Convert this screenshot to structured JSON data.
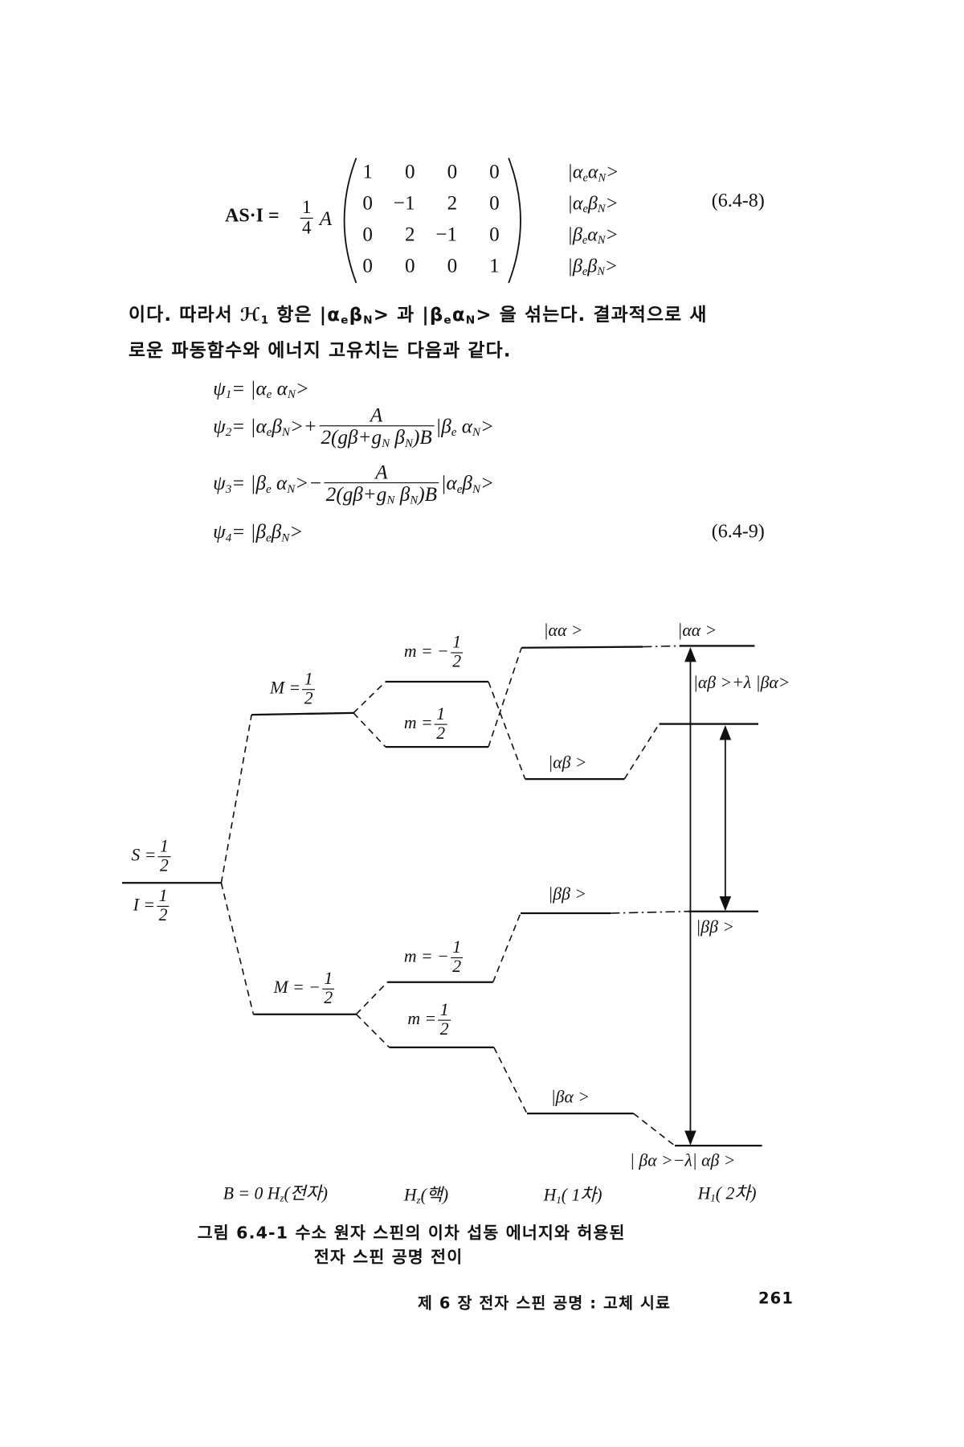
{
  "eq648": {
    "lhs": "AS·I =",
    "num": "1",
    "den": "4",
    "coef": "A",
    "rows": [
      [
        "1",
        "0",
        "0",
        "0"
      ],
      [
        "0",
        "−1",
        "2",
        "0"
      ],
      [
        "0",
        "2",
        "−1",
        "0"
      ],
      [
        "0",
        "0",
        "0",
        "1"
      ]
    ],
    "kets": [
      [
        {
          "t": "|α"
        },
        {
          "s": "e"
        },
        {
          "t": "α"
        },
        {
          "s": "N"
        },
        {
          "t": ">"
        }
      ],
      [
        {
          "t": "|α"
        },
        {
          "s": "e"
        },
        {
          "t": "β"
        },
        {
          "s": "N"
        },
        {
          "t": ">"
        }
      ],
      [
        {
          "t": "|β"
        },
        {
          "s": "e"
        },
        {
          "t": "α"
        },
        {
          "s": "N"
        },
        {
          "t": ">"
        }
      ],
      [
        {
          "t": "|β"
        },
        {
          "s": "e"
        },
        {
          "t": "β"
        },
        {
          "s": "N"
        },
        {
          "t": ">"
        }
      ]
    ],
    "number": "(6.4-8)"
  },
  "paragraph": {
    "line1": [
      {
        "t": "이다. 따라서 "
      },
      {
        "t": "ℋ"
      },
      {
        "s": "1"
      },
      {
        "t": " 항은 |α"
      },
      {
        "s": "e"
      },
      {
        "t": "β"
      },
      {
        "s": "N"
      },
      {
        "t": "> 과 |β"
      },
      {
        "s": "e"
      },
      {
        "t": "α"
      },
      {
        "s": "N"
      },
      {
        "t": "> 을 섞는다. 결과적으로 새"
      }
    ],
    "line2": [
      {
        "t": "로운 파동함수와 에너지 고유치는 다음과 같다."
      }
    ]
  },
  "eq649": {
    "psi1": [
      {
        "t": "ψ"
      },
      {
        "s": "1"
      },
      {
        "t": "= |α"
      },
      {
        "s": "e"
      },
      {
        "t": " α"
      },
      {
        "s": "N"
      },
      {
        "t": ">"
      }
    ],
    "psi2_left": [
      {
        "t": "ψ"
      },
      {
        "s": "2"
      },
      {
        "t": "= |α"
      },
      {
        "s": "e"
      },
      {
        "t": "β"
      },
      {
        "s": "N"
      },
      {
        "t": ">+"
      }
    ],
    "psi2_num": "A",
    "psi2_den": [
      {
        "t": "2(gβ+g"
      },
      {
        "s": "N"
      },
      {
        "t": " β"
      },
      {
        "s": "N"
      },
      {
        "t": ")B"
      }
    ],
    "psi2_right": [
      {
        "t": "|β"
      },
      {
        "s": "e"
      },
      {
        "t": " α"
      },
      {
        "s": "N"
      },
      {
        "t": ">"
      }
    ],
    "psi3_left": [
      {
        "t": "ψ"
      },
      {
        "s": "3"
      },
      {
        "t": "= |β"
      },
      {
        "s": "e"
      },
      {
        "t": " α"
      },
      {
        "s": "N"
      },
      {
        "t": ">−"
      }
    ],
    "psi3_num": "A",
    "psi3_den": [
      {
        "t": "2(gβ+g"
      },
      {
        "s": "N"
      },
      {
        "t": " β"
      },
      {
        "s": "N"
      },
      {
        "t": ")B"
      }
    ],
    "psi3_right": [
      {
        "t": "|α"
      },
      {
        "s": "e"
      },
      {
        "t": "β"
      },
      {
        "s": "N"
      },
      {
        "t": ">"
      }
    ],
    "psi4": [
      {
        "t": "ψ"
      },
      {
        "s": "4"
      },
      {
        "t": "= |β"
      },
      {
        "s": "e"
      },
      {
        "t": "β"
      },
      {
        "s": "N"
      },
      {
        "t": ">"
      }
    ],
    "number": "(6.4-9)"
  },
  "diagram": {
    "S_label": {
      "prefix": "S =",
      "num": "1",
      "den": "2"
    },
    "I_label": {
      "prefix": "I =",
      "num": "1",
      "den": "2"
    },
    "M_plus": {
      "prefix": "M =",
      "num": "1",
      "den": "2"
    },
    "M_minus": {
      "prefix": "M = −",
      "num": "1",
      "den": "2"
    },
    "m_upper_minus": {
      "prefix": "m = −",
      "num": "1",
      "den": "2"
    },
    "m_upper_plus": {
      "prefix": "m =",
      "num": "1",
      "den": "2"
    },
    "m_lower_minus": {
      "prefix": "m = −",
      "num": "1",
      "den": "2"
    },
    "m_lower_plus": {
      "prefix": "m =",
      "num": "1",
      "den": "2"
    },
    "aa_1": "|αα >",
    "aa_2": "|αα >",
    "ab_mixed": "|αβ >+λ |βα>",
    "ab_1": "|αβ >",
    "bb_1": "|ββ >",
    "bb_2": "|ββ >",
    "ba_1": "|βα >",
    "ba_mixed": "| βα >−λ| αβ >",
    "axis": [
      [
        {
          "t": "B = 0  H"
        },
        {
          "s": "z"
        },
        {
          "t": "(전자)"
        }
      ],
      [
        {
          "t": "H"
        },
        {
          "s": "z"
        },
        {
          "t": "(핵)"
        }
      ],
      [
        {
          "t": "H"
        },
        {
          "s": "1"
        },
        {
          "t": "( 1차)"
        }
      ],
      [
        {
          "t": "H"
        },
        {
          "s": "1"
        },
        {
          "t": "( 2차)"
        }
      ]
    ]
  },
  "caption": {
    "line1": "그림 6.4-1  수소 원자 스핀의 이차 섭동 에너지와 허용된",
    "line2": "전자 스핀 공명 전이"
  },
  "footer": {
    "running_head": "제 6 장  전자 스핀 공명 : 고체 시료",
    "page_number": "261"
  }
}
